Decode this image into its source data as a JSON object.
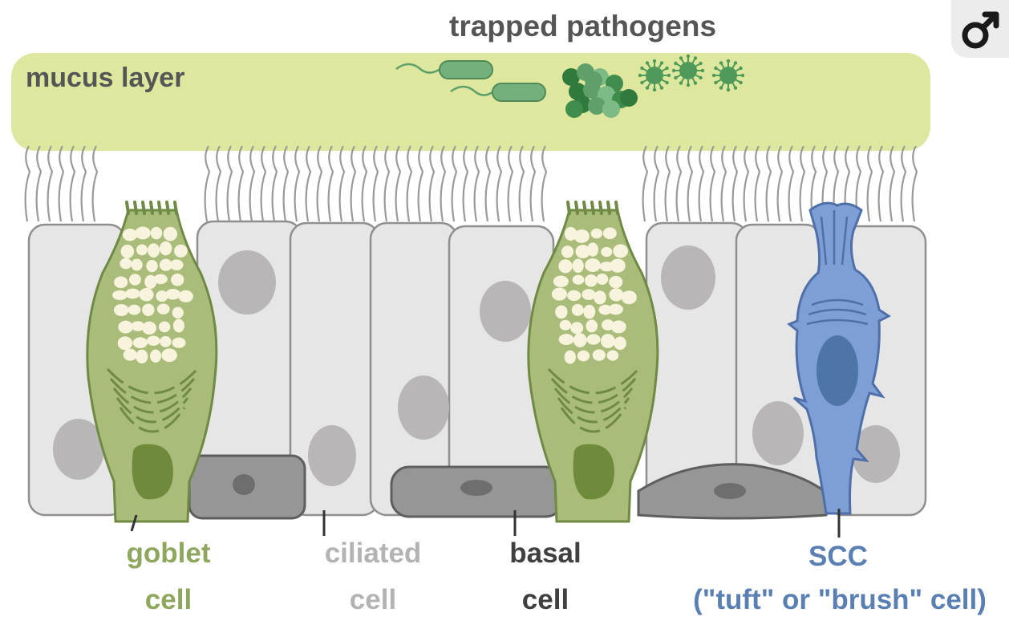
{
  "title": "trapped pathogens",
  "mucus_label": "mucus layer",
  "labels": {
    "goblet_line1": "goblet",
    "goblet_line2": "cell",
    "ciliated_line1": "ciliated",
    "ciliated_line2": "cell",
    "basal_line1": "basal",
    "basal_line2": "cell",
    "scc_line1": "SCC",
    "scc_line2": "(\"tuft\" or \"brush\" cell)"
  },
  "colors": {
    "mucus": "#dde79e",
    "goblet": "#a9bc7a",
    "goblet_text": "#8ea65e",
    "ciliated": "#e6e6e6",
    "basal": "#969696",
    "scc": "#7d9fd6",
    "scc_text": "#5a7fb3",
    "pathogen": "#5fa06a"
  },
  "corner_icon": "male-symbol-icon"
}
